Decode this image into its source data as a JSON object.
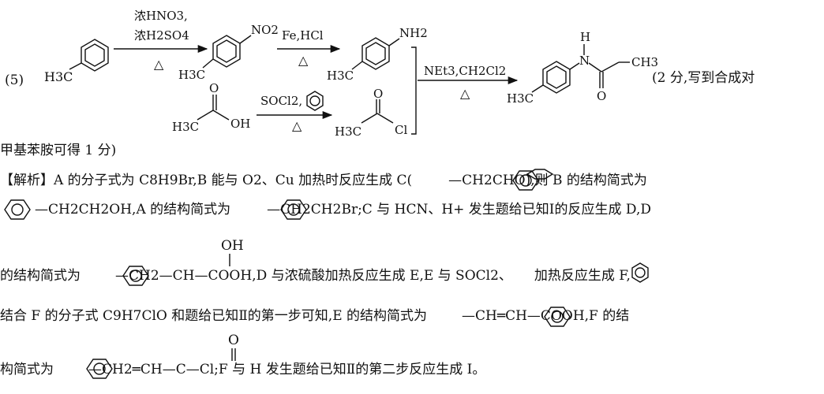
{
  "scheme": {
    "step_label": "(5)",
    "r1_label": "H3C",
    "cond1_top_a": "浓HNO3,",
    "cond1_top_b": "浓H2SO4",
    "heat": "△",
    "nitro_label": "NO2",
    "h3c_label": "H3C",
    "cond2_top": "Fe,HCl",
    "nh2_label": "NH2",
    "acid_label": "H3C",
    "acid_o": "O",
    "acid_oh": "OH",
    "cond3_top": "SOCl2,",
    "acyl_label": "H3C",
    "acyl_o": "O",
    "acyl_cl": "Cl",
    "cond4_top": "NEt3,CH2Cl2",
    "prod_h": "H",
    "prod_n": "N",
    "prod_o": "O",
    "prod_ch3": "CH3",
    "prod_h3c": "H3C",
    "score_note": "(2 分,写到合成对"
  },
  "text": {
    "line0": "甲基苯胺可得 1 分)",
    "line1": "【解析】A 的分子式为 C8H9Br,B 能与 O2、Cu 加热时反应生成 C(",
    "line1b": "—CH2CHO),则 B 的结构简式为",
    "line2a": "—CH2CH2OH,A 的结构简式为",
    "line2b": "—CH2CH2Br;C 与 HCN、H+ 发生题给已知Ⅰ的反应生成 D,D",
    "line3_oh": "OH",
    "line3a": "的结构简式为",
    "line3b": "—CH2—CH—COOH,D 与浓硫酸加热反应生成 E,E 与 SOCl2、",
    "line3c": "加热反应生成 F,",
    "line4a": "结合 F 的分子式 C9H7ClO 和题给已知Ⅱ的第一步可知,E 的结构简式为",
    "line4b": "—CH═CH—COOH,F 的结",
    "line5_o": "O",
    "line5a": "构简式为",
    "line5b": "—CH2═CH—C—Cl;F 与 H 发生题给已知Ⅱ的第二步反应生成 I。"
  }
}
